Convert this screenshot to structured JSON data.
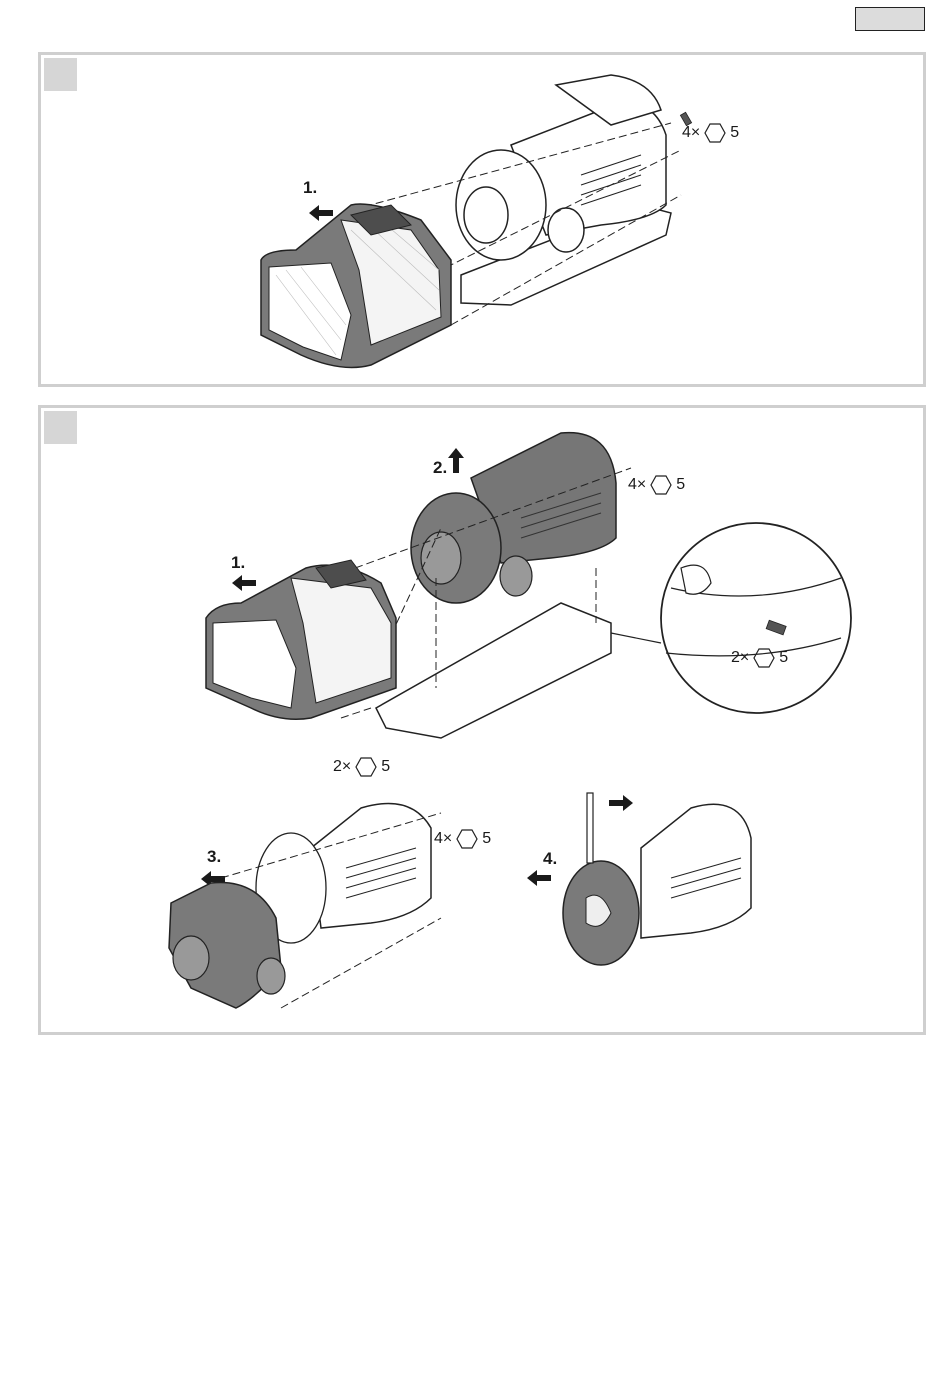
{
  "panel1": {
    "step1": "1.",
    "screw_qty": "4×",
    "screw_size": "5"
  },
  "panel2": {
    "step1": "1.",
    "step2": "2.",
    "step3": "3.",
    "step4": "4.",
    "screw_top_qty": "4×",
    "screw_top_size": "5",
    "screw_detail_qty": "2×",
    "screw_detail_size": "5",
    "screw_bottom_qty": "2×",
    "screw_bottom_size": "5",
    "screw_step3_qty": "4×",
    "screw_step3_size": "5"
  },
  "icons": {
    "hex": "hex-socket-icon",
    "arrow": "direction-arrow-icon"
  },
  "colors": {
    "panel_border": "#cfcfcf",
    "step_box": "#d6d6d6",
    "dark_part": "#6f6f6f",
    "light_part": "#ffffff"
  }
}
